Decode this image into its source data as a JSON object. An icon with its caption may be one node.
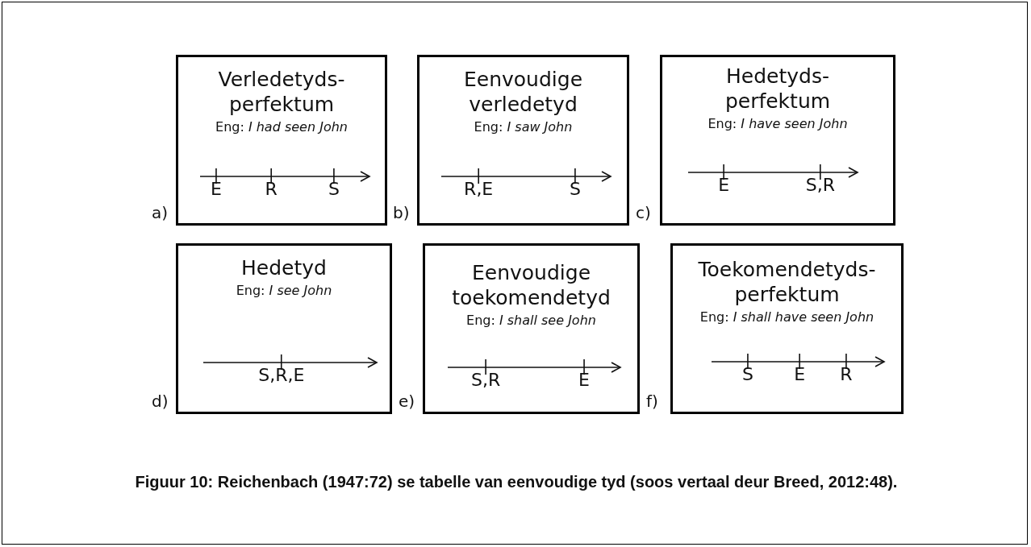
{
  "diagram": {
    "caption": "Figuur 10: Reichenbach (1947:72) se tabelle van eenvoudige tyd (soos vertaal deur Breed, 2012:48).",
    "nodes": [
      {
        "text": [
          "Verledetyds- perfektum",
          "Eng: *I had seen John*",
          "E",
          "R",
          "S"
        ],
        "beside": [
          "a)"
        ]
      },
      {
        "text": [
          "Eenvoudige verledetyd",
          "Eng: *I saw John*",
          "R,E",
          "S"
        ],
        "beside": [
          "b)"
        ]
      },
      {
        "text": [
          "Hedetyds- perfektum",
          "Eng: *I have seen John*",
          "E",
          "S,R"
        ],
        "beside": [
          "c)"
        ]
      },
      {
        "text": [
          "Hedetyd",
          "Eng: *I see John*",
          "S,R,E"
        ],
        "beside": [
          "d)"
        ]
      },
      {
        "text": [
          "Eenvoudige toekomendetyd",
          "Eng: *I shall see John*",
          "S,R",
          "E"
        ],
        "beside": [
          "e)"
        ]
      },
      {
        "text": [
          "Toekomendetyds- perfektum",
          "Eng: *I shall have seen John*",
          "S",
          "E",
          "R"
        ],
        "beside": [
          "f)"
        ]
      }
    ]
  }
}
